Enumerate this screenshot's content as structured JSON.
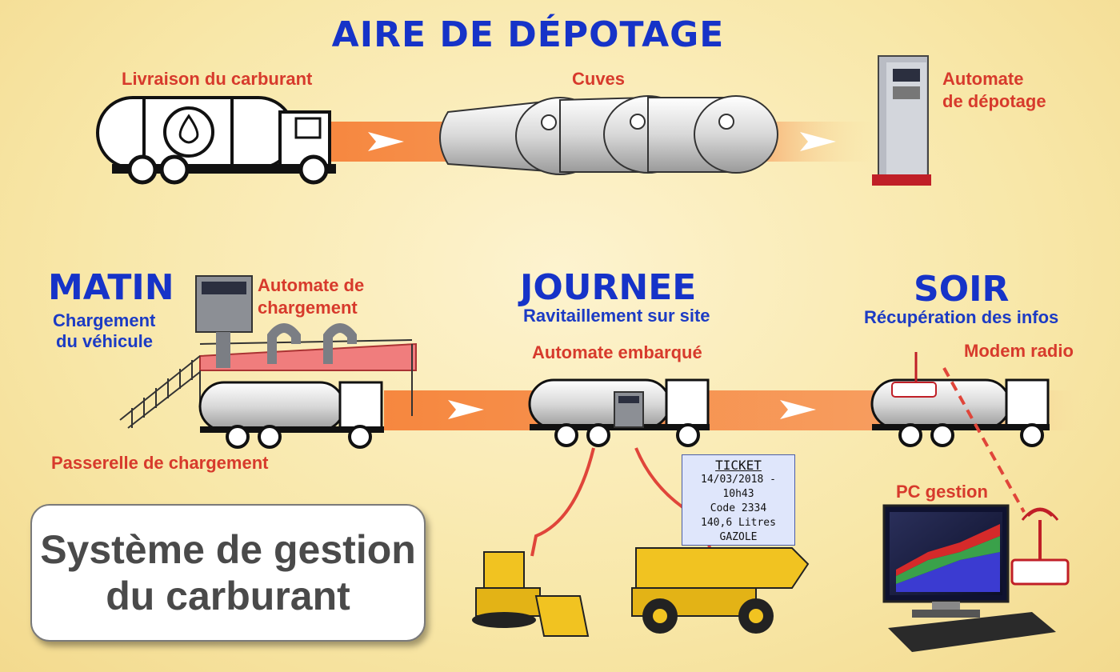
{
  "title": "AIRE DE DÉPOTAGE",
  "top_row": {
    "delivery_label": "Livraison du carburant",
    "tanks_label": "Cuves",
    "unloading_automaton_label_1": "Automate",
    "unloading_automaton_label_2": "de dépotage"
  },
  "morning": {
    "heading": "MATIN",
    "subtitle_1": "Chargement",
    "subtitle_2": "du véhicule",
    "automaton_label_1": "Automate de",
    "automaton_label_2": "chargement",
    "footbridge_label": "Passerelle de chargement"
  },
  "day": {
    "heading": "JOURNEE",
    "subtitle": "Ravitaillement sur site",
    "automaton_label": "Automate embarqué"
  },
  "evening": {
    "heading": "SOIR",
    "subtitle": "Récupération des infos",
    "modem_label": "Modem radio",
    "pc_label": "PC gestion"
  },
  "ticket": {
    "title": "TICKET",
    "datetime": "14/03/2018 - 10h43",
    "code": "Code 2334",
    "volume": "140,6 Litres",
    "fuel": "GAZOLE"
  },
  "system_box": {
    "line_1": "Système de gestion",
    "line_2": "du carburant"
  },
  "colors": {
    "flow_arrow": "#f7a063",
    "title_blue": "#1633c8",
    "label_red": "#d73a2c",
    "hose_red": "#e0453a"
  }
}
